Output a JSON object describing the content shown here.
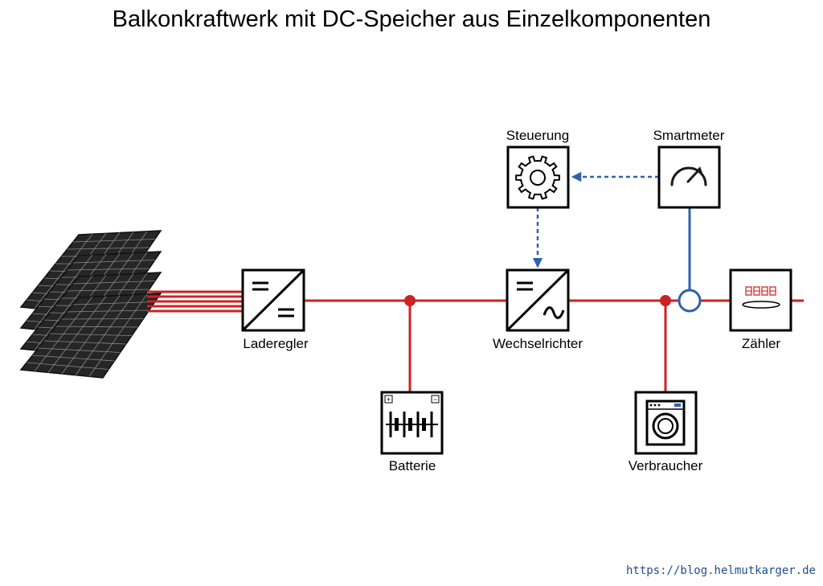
{
  "title": "Balkonkraftwerk mit DC-Speicher aus Einzelkomponenten",
  "components": {
    "laderegler": "Laderegler",
    "batterie": "Batterie",
    "wechselrichter": "Wechselrichter",
    "steuerung": "Steuerung",
    "smartmeter": "Smartmeter",
    "verbraucher": "Verbraucher",
    "zaehler": "Zähler"
  },
  "battery_terminals": {
    "plus": "+",
    "minus": "−"
  },
  "footer_url": "https://blog.helmutkarger.de",
  "colors": {
    "power_line": "#cc2222",
    "signal_line": "#2e63a8",
    "box_border": "#000000",
    "solar_panel": "#262626",
    "meter_display": "#d42a2a"
  },
  "icons": {
    "solar": "solar-panel-stack-icon",
    "laderegler": "dc-dc-converter-icon",
    "batterie": "battery-cells-icon",
    "wechselrichter": "dc-ac-inverter-icon",
    "steuerung": "gear-icon",
    "smartmeter": "gauge-icon",
    "verbraucher": "washing-machine-icon",
    "zaehler": "energy-meter-icon"
  }
}
